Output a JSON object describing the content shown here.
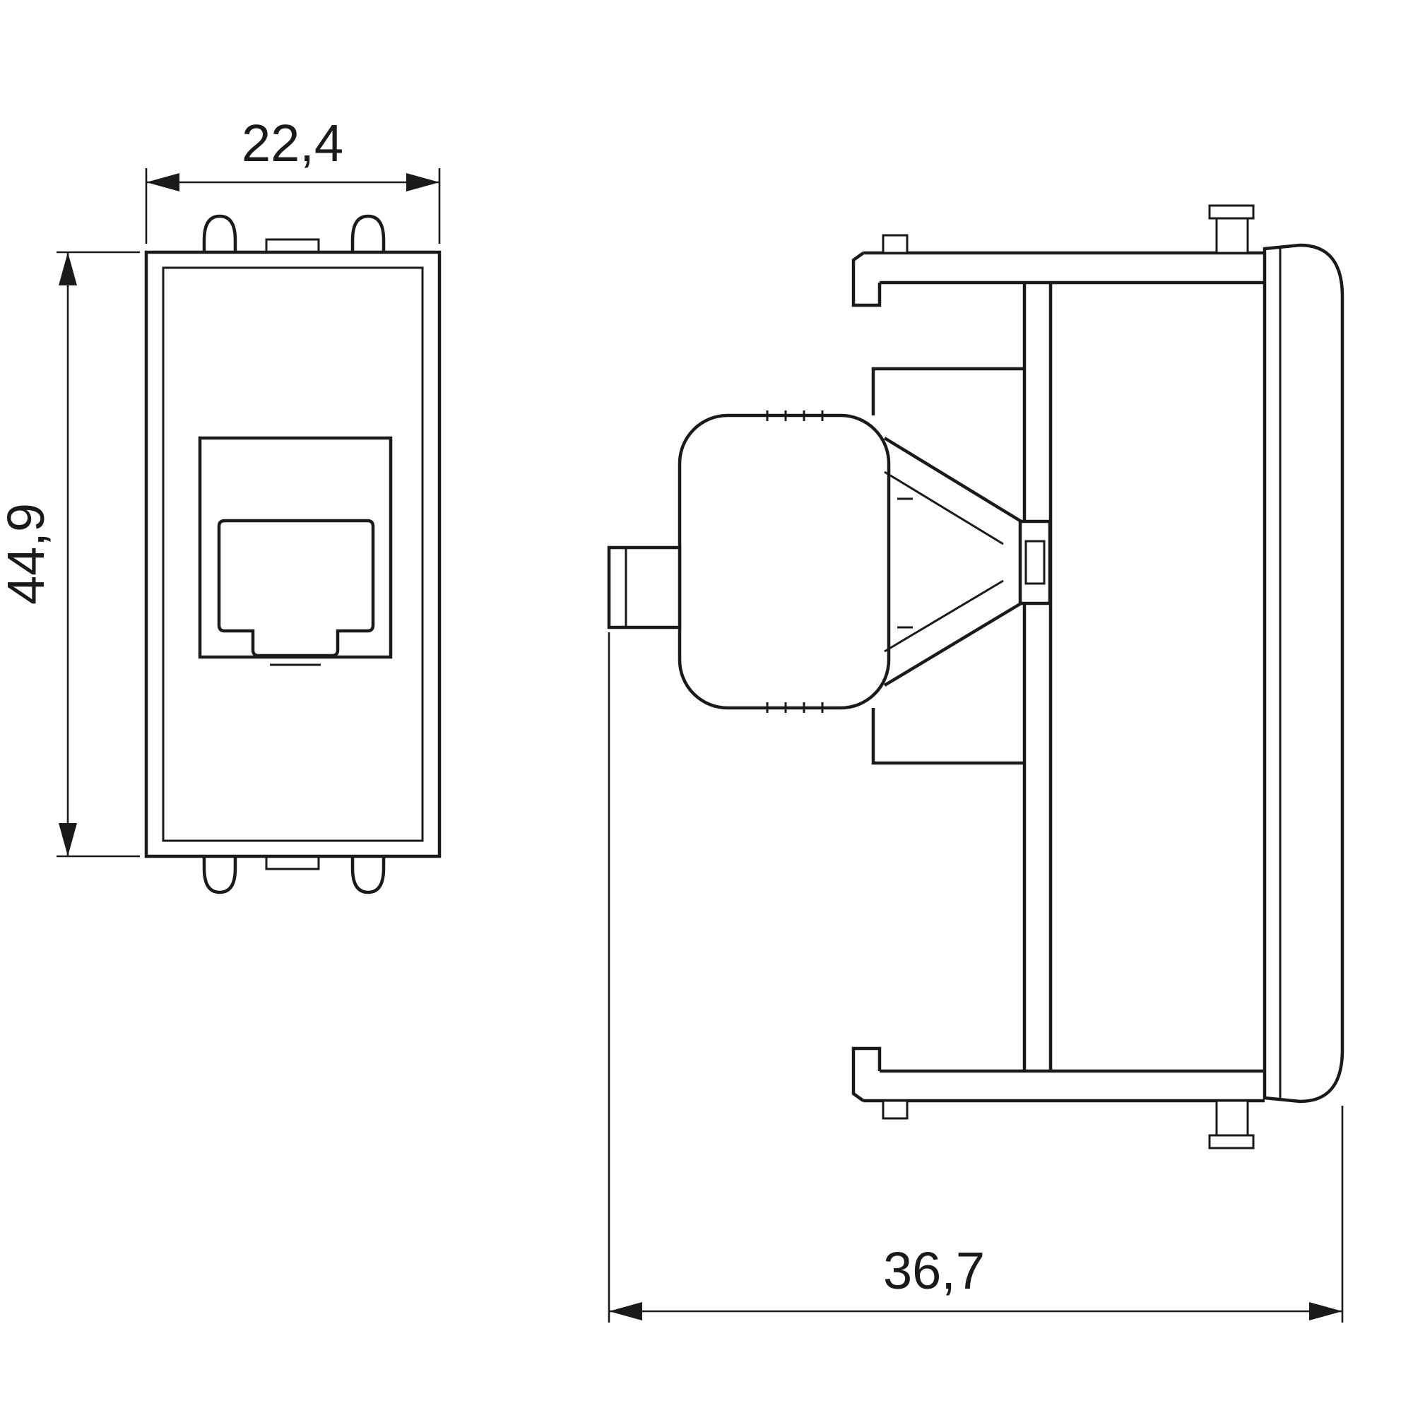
{
  "drawing": {
    "front_view": {
      "width_label": "22,4",
      "height_label": "44,9"
    },
    "side_view": {
      "depth_label": "36,7"
    }
  },
  "colors": {
    "line": "#1a1a1a",
    "background": "#ffffff"
  }
}
